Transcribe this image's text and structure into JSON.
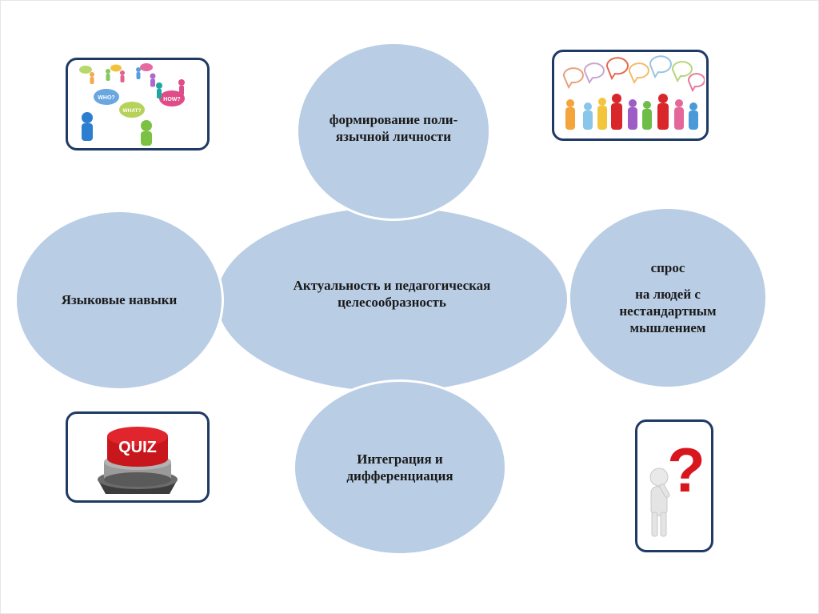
{
  "diagram": {
    "center": {
      "label": "Актуальность и педагогическая целесообразность"
    },
    "top": {
      "label": "формирование поли­язычной личности"
    },
    "left": {
      "label": "Языковые навыки"
    },
    "right": {
      "line1": "спрос",
      "line2": "на людей с нестандартным мышлением"
    },
    "bottom": {
      "label": "Интеграция и дифференциация"
    }
  },
  "images": {
    "top_left": {
      "icon": "people-speech-bubbles-icon",
      "bubble_words": [
        "WHO?",
        "WHAT?",
        "HOW?"
      ]
    },
    "top_right": {
      "icon": "crowd-speech-bubbles-icon"
    },
    "bottom_left": {
      "icon": "quiz-button-icon",
      "label": "QUIZ"
    },
    "bottom_right": {
      "icon": "thinking-person-question-icon",
      "glyph": "?"
    }
  },
  "colors": {
    "bubble_fill": "#b9cde5",
    "frame_border": "#1f3a64",
    "quiz_red": "#c8161d"
  }
}
